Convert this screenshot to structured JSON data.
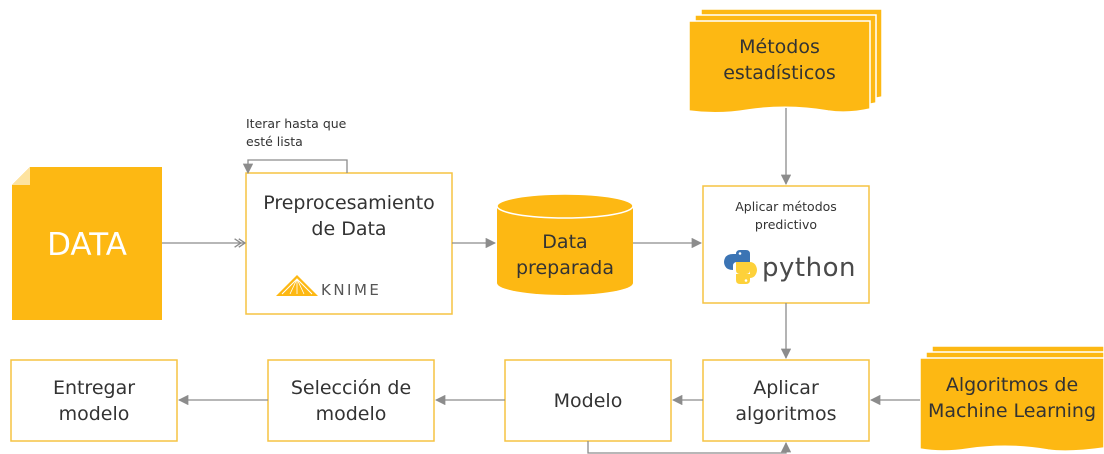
{
  "colors": {
    "gold": "#fdb813",
    "box_border": "#f5c342",
    "arrow": "#8c8c8c",
    "text": "#333333"
  },
  "nodes": {
    "data": {
      "label": "DATA"
    },
    "preprocess": {
      "label": "Preprocesamiento\nde Data",
      "logo_text": "KNIME"
    },
    "iterate": {
      "label": "Iterar hasta que\nesté lista"
    },
    "prepared": {
      "label": "Data\npreparada"
    },
    "predict": {
      "label": "Aplicar métodos\npredictivo",
      "logo_text": "python"
    },
    "stats": {
      "label": "Métodos\nestadísticos"
    },
    "ml": {
      "label": "Algoritmos de\nMachine Learning"
    },
    "apply": {
      "label": "Aplicar\nalgoritmos"
    },
    "model": {
      "label": "Modelo"
    },
    "select": {
      "label": "Selección de\nmodelo"
    },
    "deliver": {
      "label": "Entregar\nmodelo"
    }
  }
}
